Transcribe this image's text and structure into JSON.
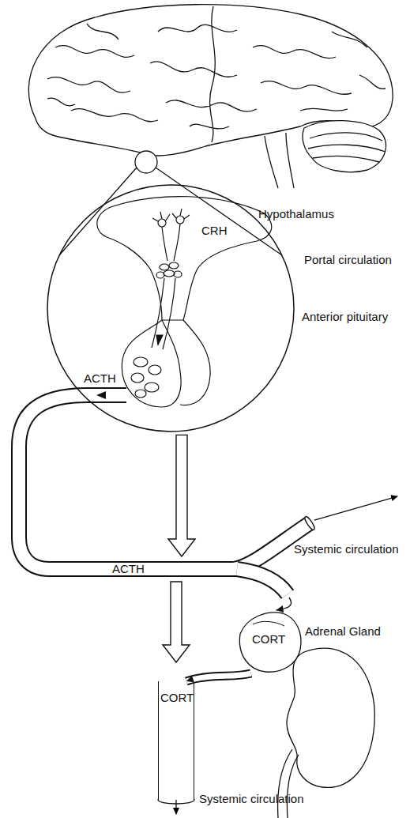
{
  "diagram": {
    "nodes": [
      {
        "text": [
          "CRH",
          "ACTH"
        ]
      },
      {
        "text": [
          "ACTH"
        ]
      },
      {
        "text": [
          "CORT",
          "Adrenal Gland"
        ]
      },
      {
        "text": [
          "CORT"
        ]
      }
    ],
    "edges": [
      {
        "from": 0,
        "to": 1,
        "arrow": "to"
      },
      {
        "from": 1,
        "to": 3,
        "arrow": "to"
      },
      {
        "from": 1,
        "to": 2,
        "arrow": "to"
      },
      {
        "from": 2,
        "to": 3,
        "arrow": "to"
      }
    ],
    "labels": [
      "Hypothalamus",
      "Portal circulation",
      "Anterior pituitary",
      "Systemic circulation",
      "Systemic circulation"
    ]
  }
}
